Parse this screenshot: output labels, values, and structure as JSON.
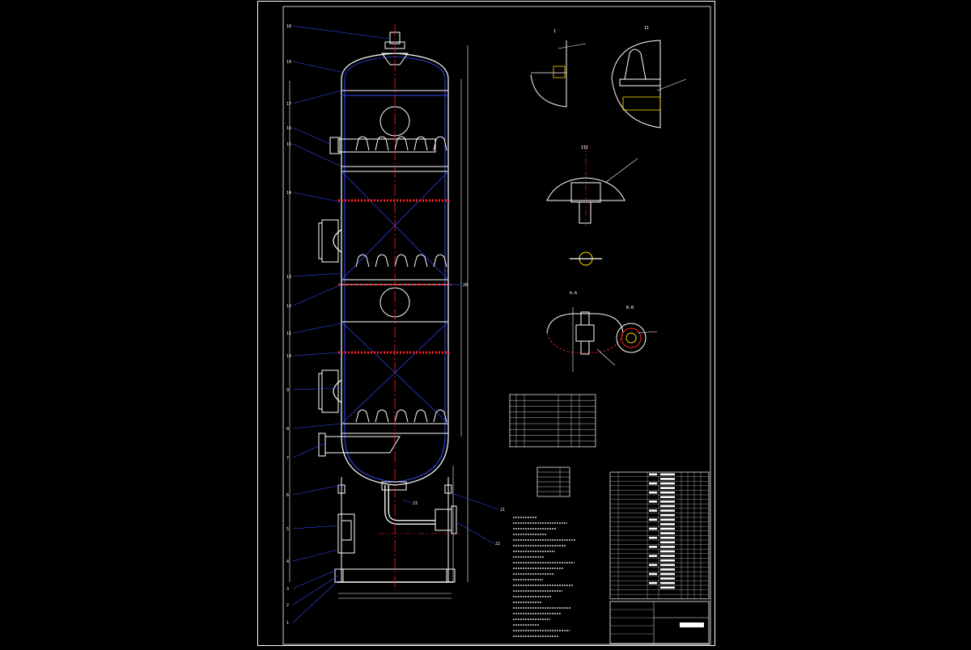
{
  "drawing": {
    "title_block_name": "",
    "colors": {
      "background": "#000000",
      "frame": "#ffffff",
      "outline": "#2f4bff",
      "centerline": "#ff2020",
      "hatch": "#ffd400"
    },
    "left_callouts": [
      "18",
      "19",
      "17",
      "16",
      "15",
      "14",
      "13",
      "12",
      "11",
      "10",
      "9",
      "8",
      "7",
      "6",
      "5",
      "4",
      "3",
      "2",
      "1"
    ],
    "right_callouts": [
      "20",
      "21",
      "22",
      "23"
    ],
    "section_titles": [
      "I",
      "II",
      "III",
      "A-A",
      "B-B"
    ]
  }
}
